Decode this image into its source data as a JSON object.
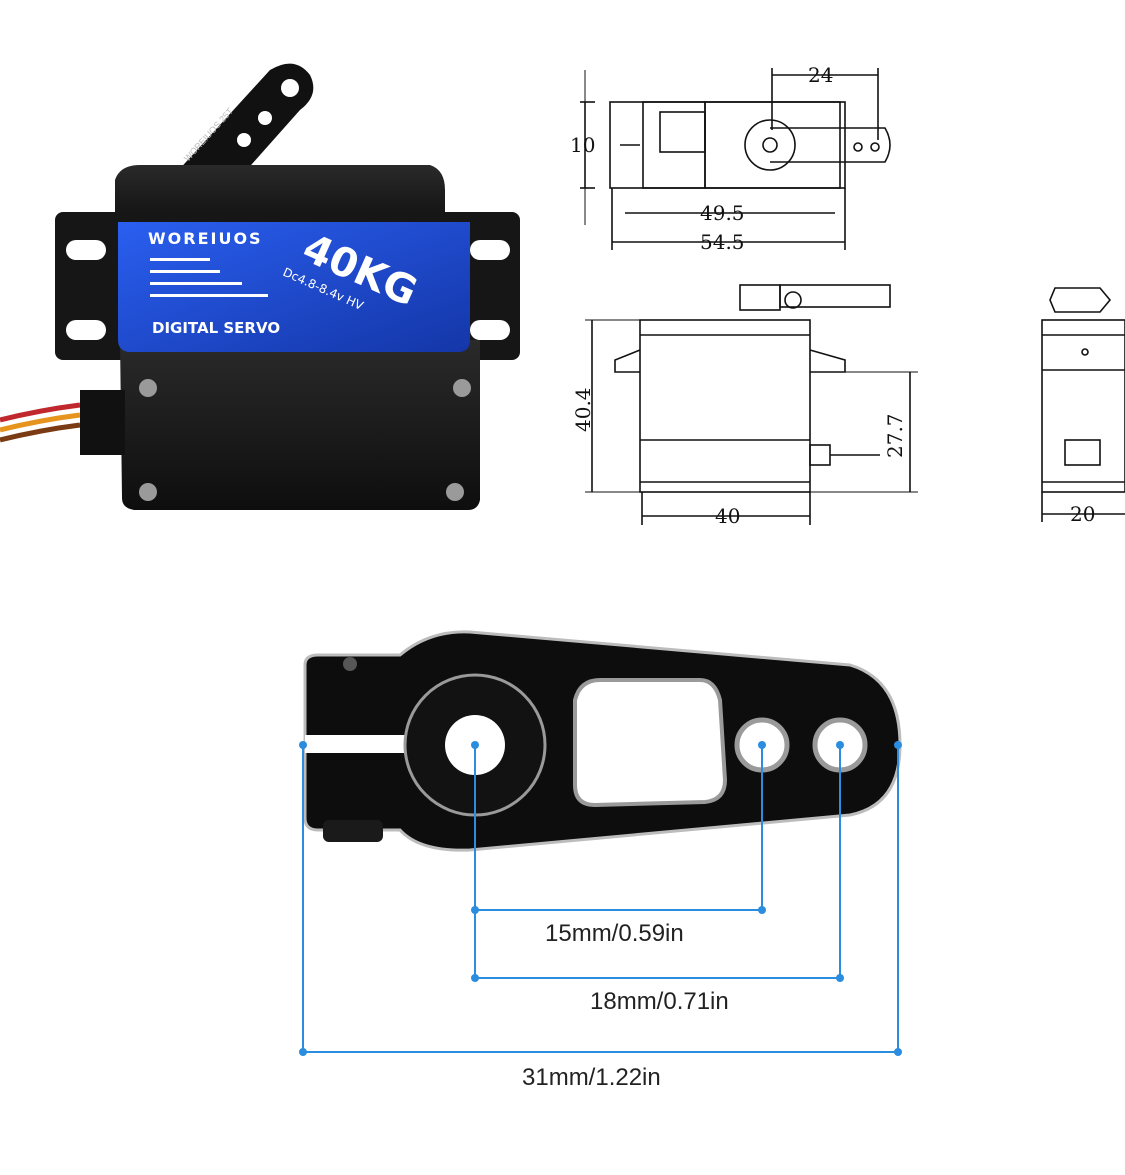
{
  "servo": {
    "brand": "WOREIUOS",
    "torque": "40KG",
    "voltage": "Dc4.8-8.4v HV",
    "type": "DIGITAL SERVO"
  },
  "horn_brand_text": "WOREIUOS 25T",
  "drawings": {
    "top_view": {
      "width_left": "10",
      "arm_offset": "24",
      "body_length": "49.5",
      "overall_length": "54.5"
    },
    "side_view": {
      "height": "40.4",
      "mount_height": "27.7",
      "body_width": "40"
    },
    "end_view": {
      "width": "20"
    }
  },
  "horn_measurements": {
    "hole1": "15mm/0.59in",
    "hole2": "18mm/0.71in",
    "overall": "31mm/1.22in"
  },
  "colors": {
    "accent": "#2b8de0",
    "label_blue": "#1f4fd8"
  }
}
